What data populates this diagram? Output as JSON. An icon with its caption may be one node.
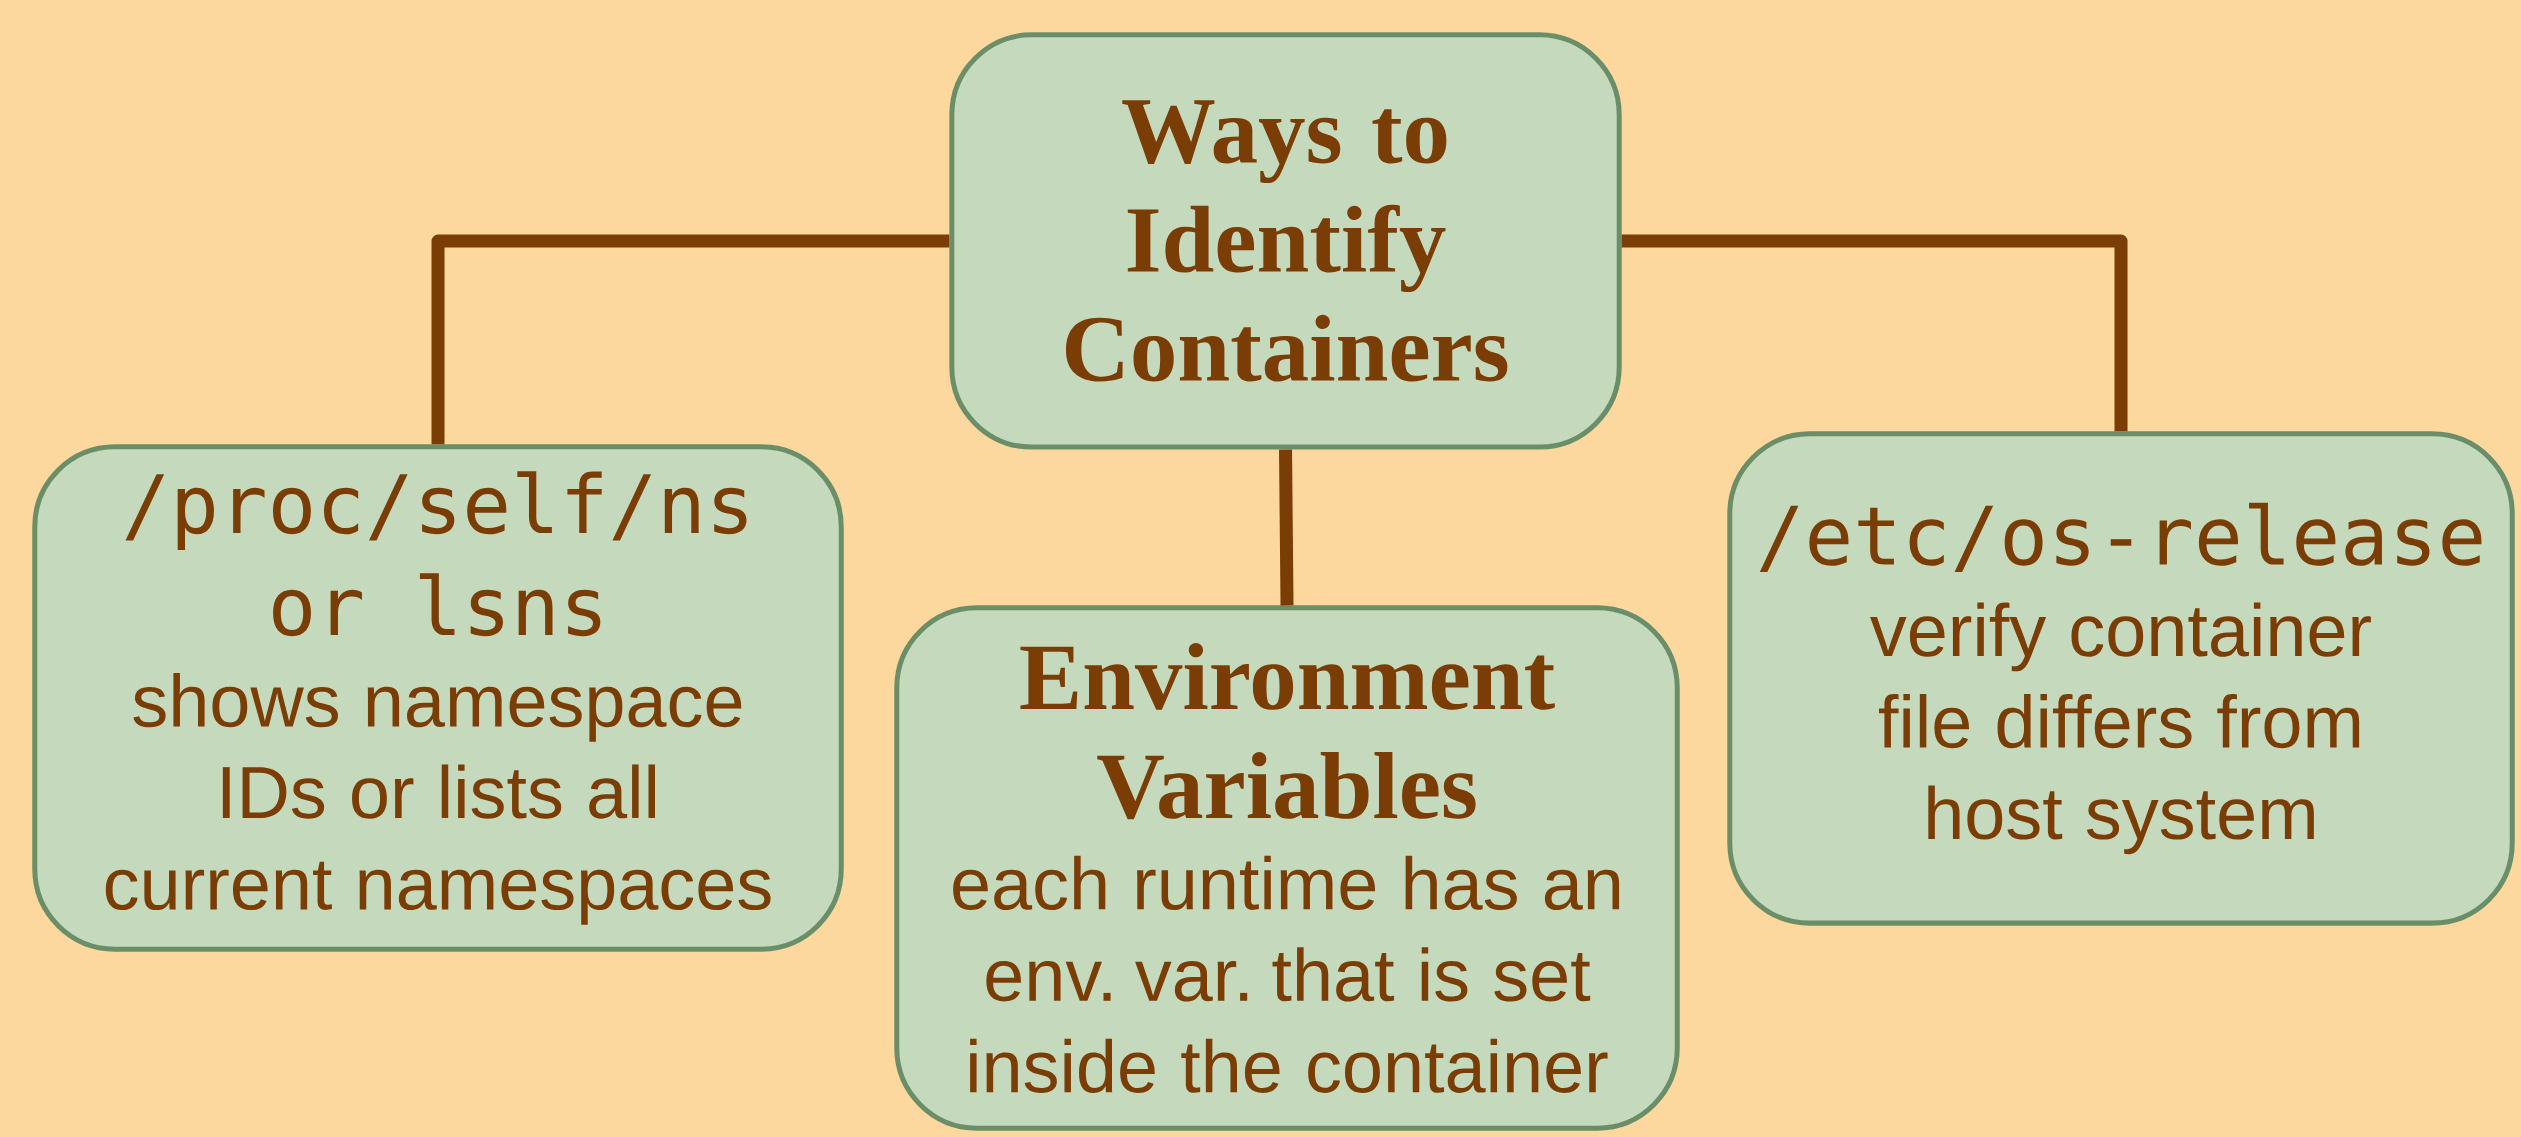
{
  "diagram": {
    "nodes": [
      {
        "text": [
          "Ways to Identify Containers"
        ]
      },
      {
        "text": [
          "/proc/self/ns or lsns",
          "shows namespace IDs or lists all current namespaces"
        ]
      },
      {
        "text": [
          "Environment Variables",
          "each runtime has an env. var. that is set inside the container"
        ]
      },
      {
        "text": [
          "/etc/os-release",
          "verify container file differs from host system"
        ]
      }
    ],
    "edges": [
      {
        "from": 0,
        "to": 1,
        "arrow": "none"
      },
      {
        "from": 0,
        "to": 2,
        "arrow": "none"
      },
      {
        "from": 0,
        "to": 3,
        "arrow": "none"
      }
    ]
  }
}
